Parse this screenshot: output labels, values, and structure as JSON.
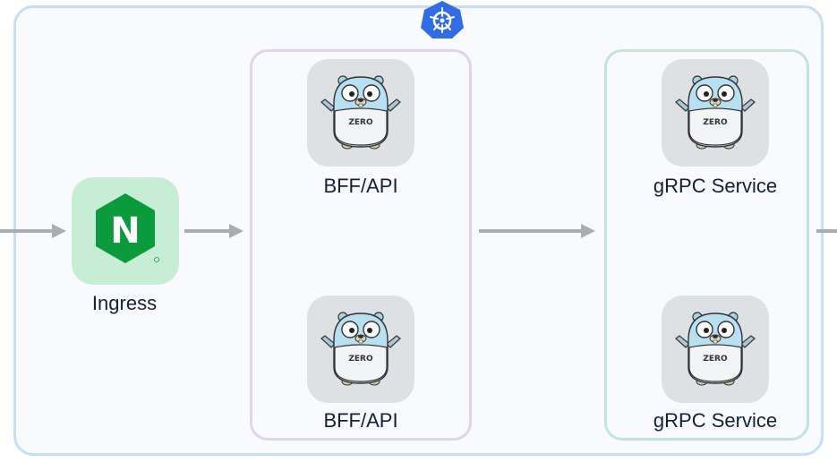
{
  "nodes": {
    "ingress": {
      "label": "Ingress"
    },
    "bff_1": {
      "label": "BFF/API"
    },
    "bff_2": {
      "label": "BFF/API"
    },
    "grpc_1": {
      "label": "gRPC Service"
    },
    "grpc_2": {
      "label": "gRPC Service"
    }
  },
  "mascot_text": "ZERO",
  "nginx_letter": "N",
  "icons": [
    "kubernetes-logo",
    "nginx-logo",
    "go-zero-gopher"
  ],
  "colors": {
    "cluster_border": "#c6dff5",
    "bff_border": "#e1d3ee",
    "grpc_border": "#c6e4d3",
    "nginx_green": "#0b9a3c",
    "k8s_blue": "#326ce5",
    "arrow": "#a9adb2"
  }
}
